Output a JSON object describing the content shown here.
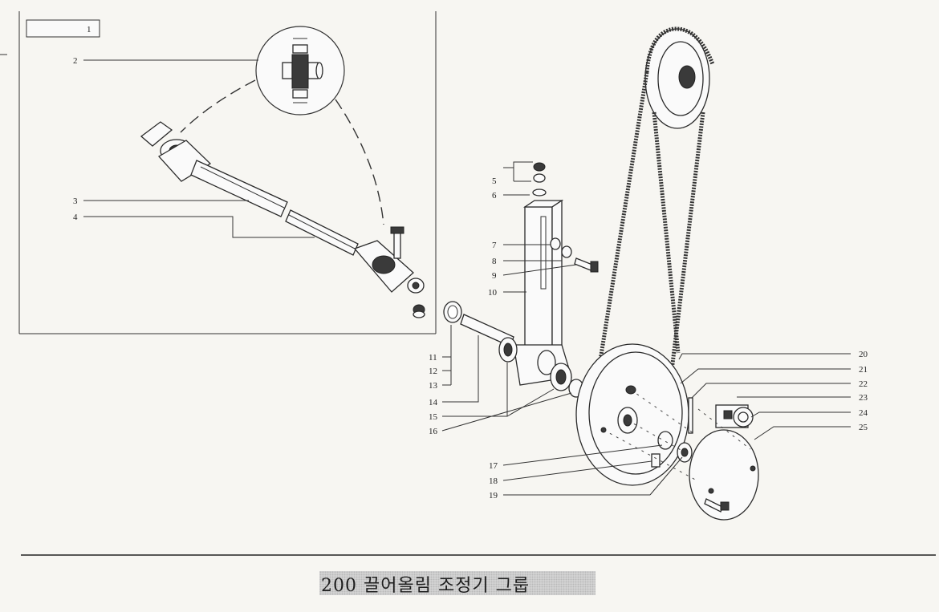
{
  "page_title": "200 끌어올림 조정기 그룹",
  "inset_box_label": "1",
  "callouts": [
    "2",
    "3",
    "4",
    "5",
    "6",
    "7",
    "8",
    "9",
    "10",
    "11",
    "12",
    "13",
    "14",
    "15",
    "16",
    "17",
    "18",
    "19",
    "20",
    "21",
    "22",
    "23",
    "24",
    "25"
  ]
}
